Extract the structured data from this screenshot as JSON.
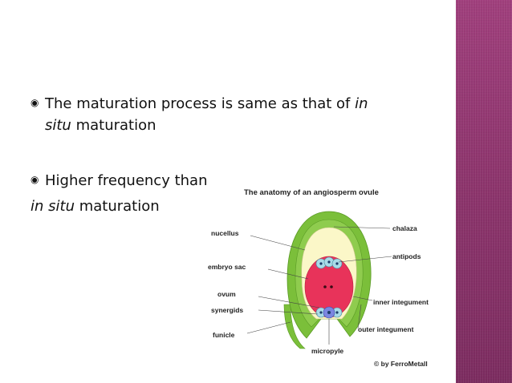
{
  "bullets": [
    {
      "text_before": "The maturation process is same as that of ",
      "italic": "in",
      "line2_italic": "situ",
      "line2_rest": " maturation"
    },
    {
      "line1": "Higher frequency than",
      "line2_italic": "in situ",
      "line2_rest": " maturation"
    }
  ],
  "diagram": {
    "title": "The anatomy of an angiosperm ovule",
    "labels": {
      "nucellus": "nucellus",
      "embryo_sac": "embryo sac",
      "ovum": "ovum",
      "synergids": "synergids",
      "funicle": "funicle",
      "chalaza": "chalaza",
      "antipods": "antipods",
      "inner_integument": "inner integument",
      "outer_integument": "outer integument",
      "micropyle": "micropyle"
    },
    "credit": "© by FerroMetall"
  },
  "colors": {
    "sidebar": "#8f356e",
    "integument_green": "#7bbf3a",
    "nucellus_cream": "#fbf7c8",
    "embryo_sac_red": "#e8335a"
  }
}
